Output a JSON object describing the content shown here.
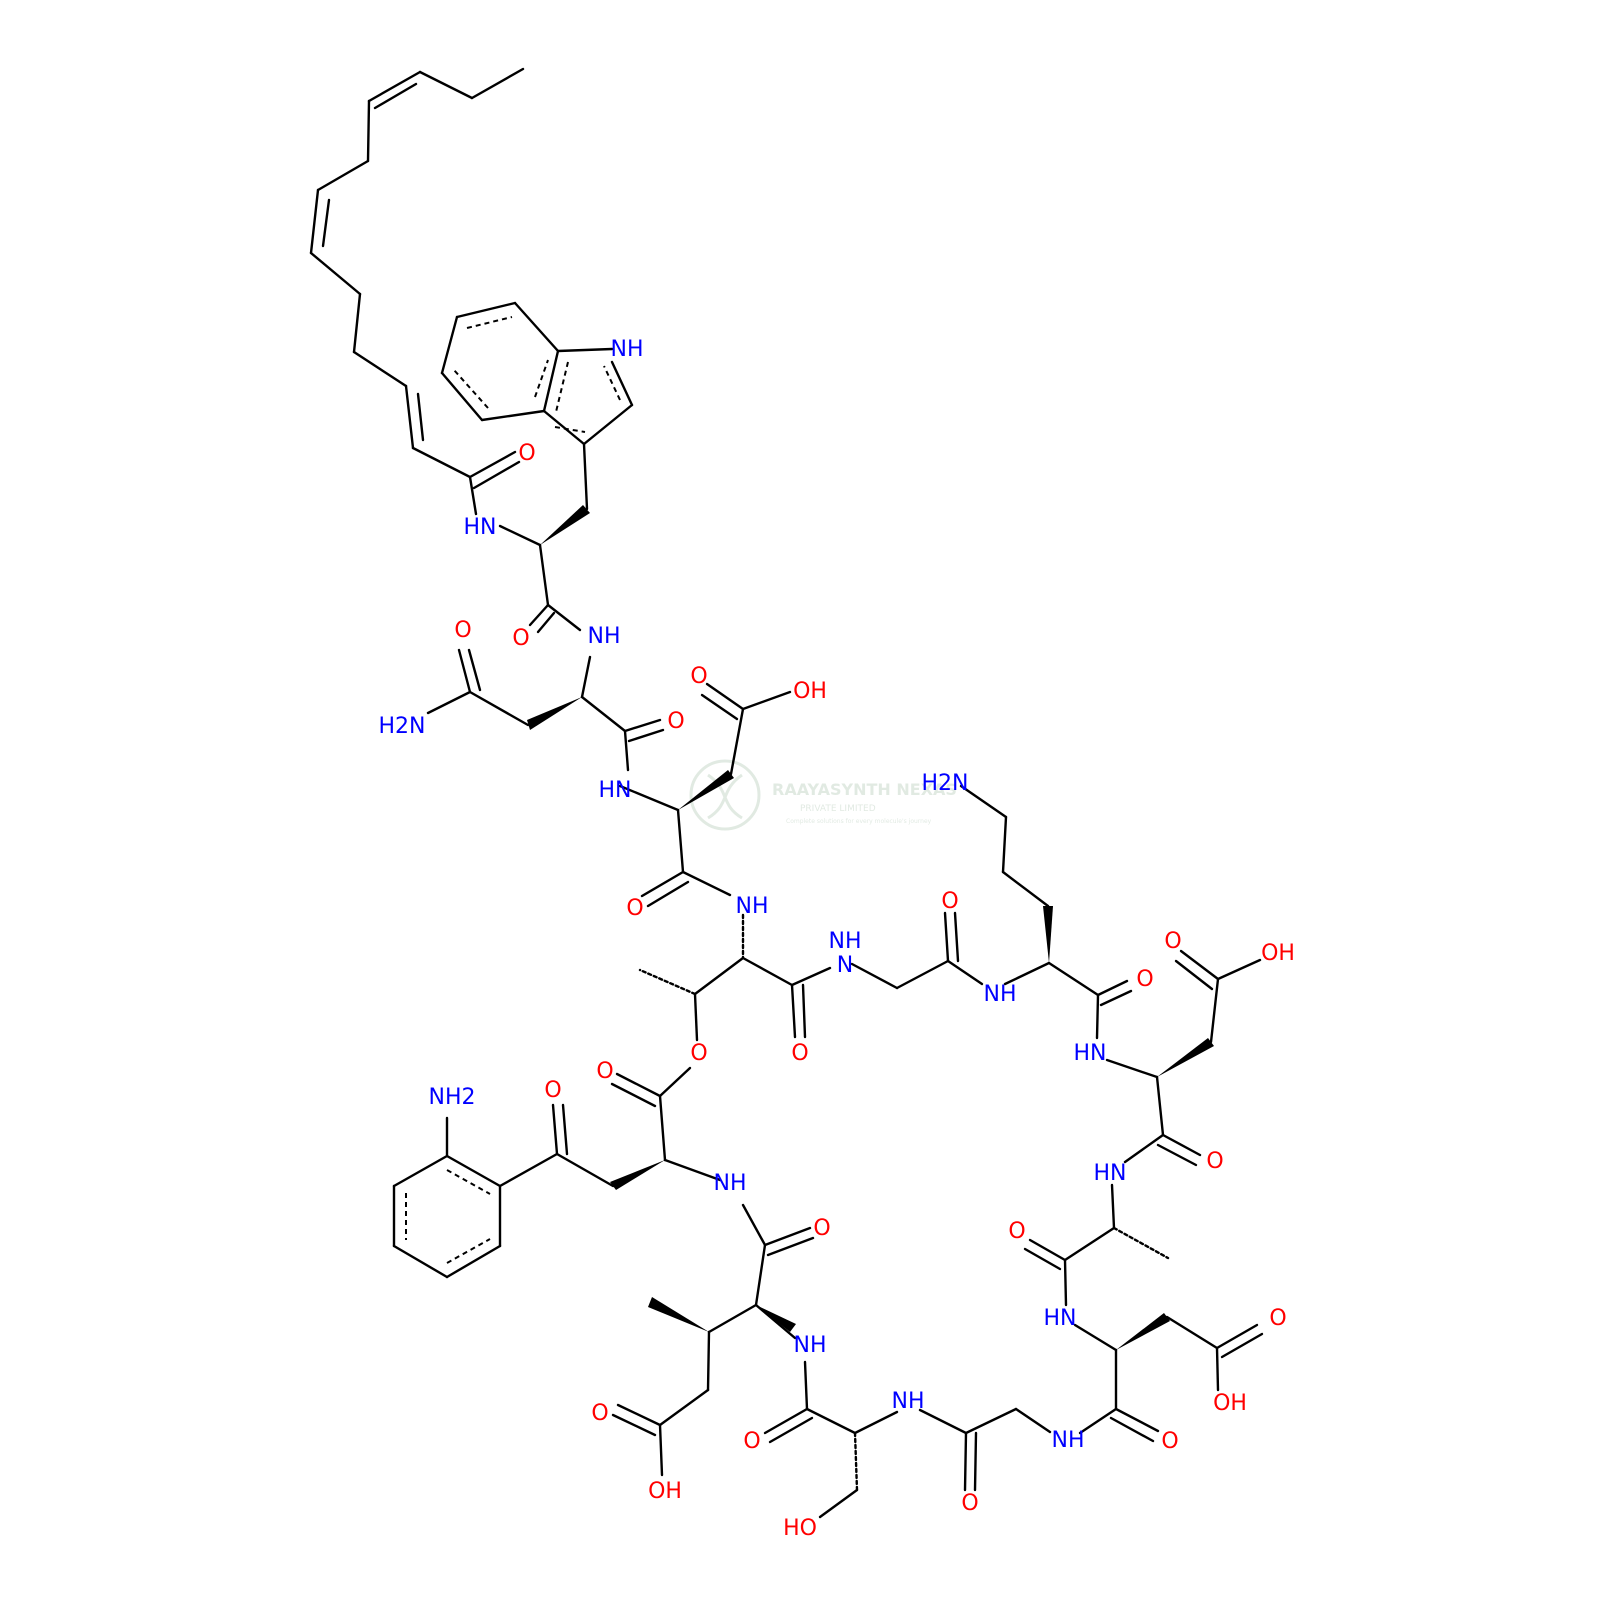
{
  "molecule": {
    "atom_labels": {
      "indole_nh": "NH",
      "nterm_nh": "HN",
      "nterm_o": "O",
      "trp_o": "O",
      "trp_nh": "NH",
      "asn_side_o": "O",
      "asn_side_nh2": "H2N",
      "asn_o": "O",
      "asp1_acid_o": "O",
      "asp1_acid_oh": "OH",
      "asp1_hn": "HN",
      "asp1_o": "O",
      "thr_nh": "NH",
      "gly1_nh": "NH",
      "thr_co_o": "O",
      "ester_o": "O",
      "ester_co_o": "O",
      "orn_nh2": "H2N",
      "gly1_co_o": "O",
      "orn_nh": "NH",
      "orn_co_o": "O",
      "asp2_acid_o": "O",
      "asp2_acid_oh": "OH",
      "asp2_hn": "HN",
      "asp2_co_o": "O",
      "ala_hn": "HN",
      "ala_co_o": "O",
      "aniline_nh2": "NH2",
      "kyn_ketone_o": "O",
      "kyn_nh": "NH",
      "kyn_co_o": "O",
      "asp3_hn": "HN",
      "asp3_acid_o": "O",
      "asp3_acid_oh": "OH",
      "mglu_nh": "NH",
      "mglu_acid_o": "O",
      "mglu_acid_oh": "OH",
      "ser_nh": "NH",
      "ser_co_o": "O",
      "ser_oh": "HO",
      "gly2_co_o": "O",
      "gly2_nh": "NH",
      "asp3_co_o": "O"
    }
  },
  "watermark": {
    "company": "RAAYASYNTH NEXAS",
    "subtitle": "PRIVATE LIMITED",
    "tagline": "Complete solutions for every molecule's journey"
  },
  "colors": {
    "bond": "#000000",
    "nitrogen": "#0000ff",
    "oxygen": "#ff0000",
    "watermark": "#c9d9cc"
  }
}
